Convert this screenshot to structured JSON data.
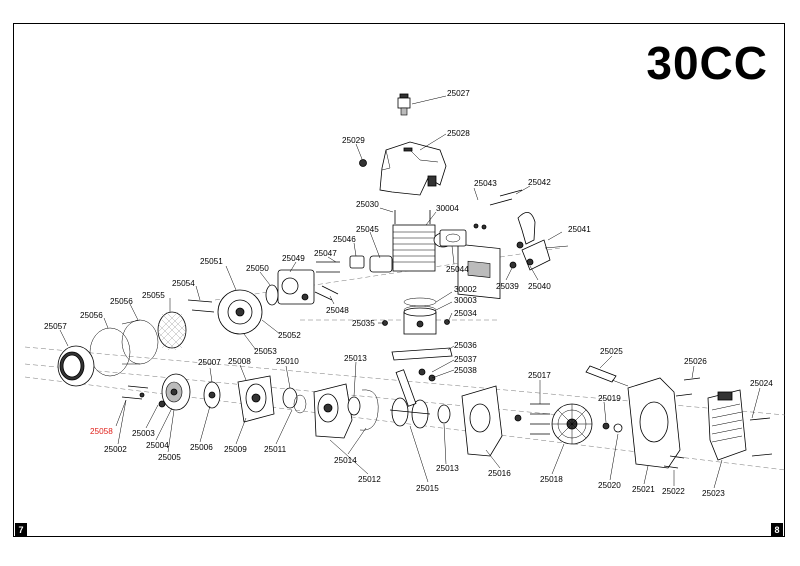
{
  "title": "30CC",
  "page_left": "7",
  "page_right": "8",
  "labels": {
    "p25027": "25027",
    "p25028": "25028",
    "p25029": "25029",
    "p25043": "25043",
    "p25042": "25042",
    "p25030": "25030",
    "p30004": "30004",
    "p25041": "25041",
    "p25045": "25045",
    "p25046": "25046",
    "p25044": "25044",
    "p25039": "25039",
    "p25040": "25040",
    "p25051": "25051",
    "p25050": "25050",
    "p25049": "25049",
    "p25047": "25047",
    "p25054": "25054",
    "p25055": "25055",
    "p25056a": "25056",
    "p25056b": "25056",
    "p25057": "25057",
    "p25048": "25048",
    "p30002": "30002",
    "p30003": "30003",
    "p25034": "25034",
    "p25035": "25035",
    "p25052": "25052",
    "p25053": "25053",
    "p25036": "25036",
    "p25037": "25037",
    "p25038": "25038",
    "p25025": "25025",
    "p25026": "25026",
    "p25024": "25024",
    "p25007": "25007",
    "p25008": "25008",
    "p25010": "25010",
    "p25013a": "25013",
    "p25017": "25017",
    "p25019": "25019",
    "p25058": "25058",
    "p25003": "25003",
    "p25002": "25002",
    "p25004": "25004",
    "p25005": "25005",
    "p25006": "25006",
    "p25009": "25009",
    "p25011": "25011",
    "p25014": "25014",
    "p25012": "25012",
    "p25013b": "25013",
    "p25015": "25015",
    "p25016": "25016",
    "p25018": "25018",
    "p25020": "25020",
    "p25021": "25021",
    "p25022": "25022",
    "p25023": "25023"
  },
  "highlight_color": "#e0201a"
}
